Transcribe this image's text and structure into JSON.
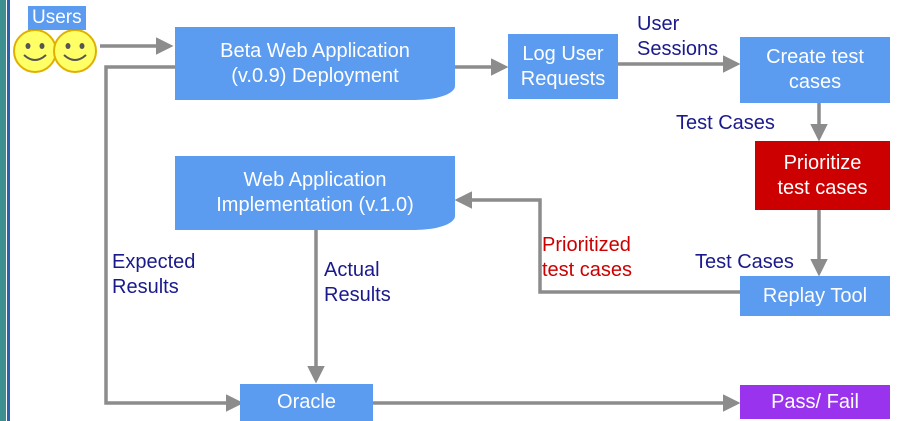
{
  "colors": {
    "node_blue": "#5b9bf0",
    "node_red": "#cc0000",
    "node_purple": "#9933ee",
    "arrow": "#8c8c8c",
    "label_navy": "#1a1a8c",
    "label_red": "#cc0000",
    "smiley": "#ffff66"
  },
  "actors": {
    "users": "Users"
  },
  "nodes": {
    "beta_deployment": "Beta Web Application\n(v.0.9) Deployment",
    "log_requests": "Log User\nRequests",
    "create_tests": "Create test\ncases",
    "prioritize": "Prioritize\ntest cases",
    "implementation": "Web  Application\nImplementation (v.1.0)",
    "replay_tool": "Replay Tool",
    "oracle": "Oracle",
    "pass_fail": "Pass/ Fail"
  },
  "edge_labels": {
    "user_sessions": "User\nSessions",
    "test_cases_1": "Test Cases",
    "test_cases_2": "Test Cases",
    "prioritized_tests": "Prioritized\ntest cases",
    "expected_results": "Expected\nResults",
    "actual_results": "Actual\nResults"
  }
}
